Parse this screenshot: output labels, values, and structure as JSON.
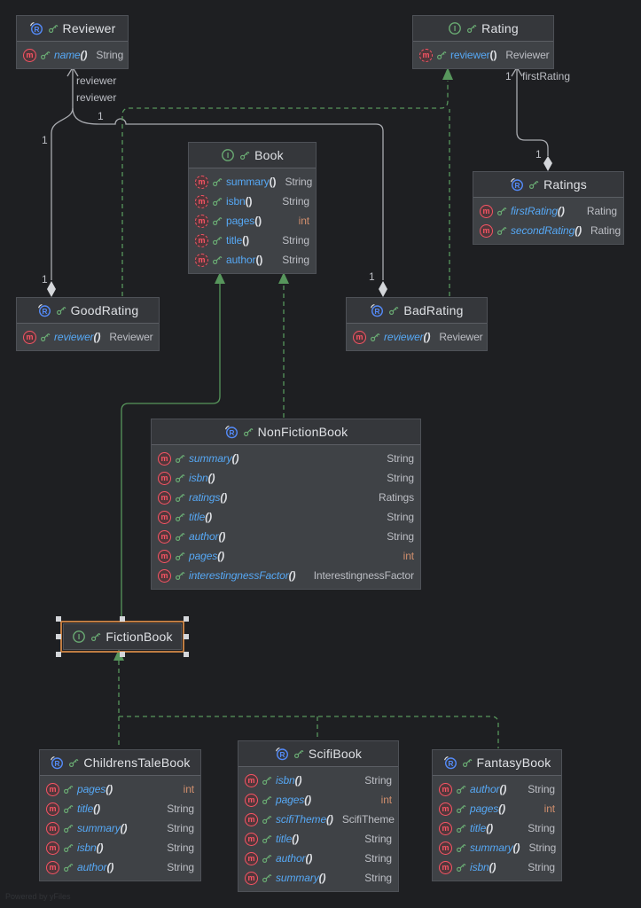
{
  "diagram": {
    "watermark": "Powered by yFiles",
    "classes": [
      {
        "id": "reviewer",
        "kind": "record",
        "name": "Reviewer",
        "methods": [
          {
            "name": "name",
            "params": "()",
            "type": "String",
            "style": "italic"
          }
        ]
      },
      {
        "id": "rating",
        "kind": "interface",
        "name": "Rating",
        "methods": [
          {
            "name": "reviewer",
            "params": "()",
            "type": "Reviewer",
            "style": "abstract"
          }
        ]
      },
      {
        "id": "book",
        "kind": "interface",
        "name": "Book",
        "methods": [
          {
            "name": "summary",
            "params": "()",
            "type": "String",
            "style": "abstract"
          },
          {
            "name": "isbn",
            "params": "()",
            "type": "String",
            "style": "abstract"
          },
          {
            "name": "pages",
            "params": "()",
            "type": "int",
            "style": "abstract"
          },
          {
            "name": "title",
            "params": "()",
            "type": "String",
            "style": "abstract"
          },
          {
            "name": "author",
            "params": "()",
            "type": "String",
            "style": "abstract"
          }
        ]
      },
      {
        "id": "ratings",
        "kind": "record",
        "name": "Ratings",
        "methods": [
          {
            "name": "firstRating",
            "params": "()",
            "type": "Rating",
            "style": "italic"
          },
          {
            "name": "secondRating",
            "params": "()",
            "type": "Rating",
            "style": "italic"
          }
        ]
      },
      {
        "id": "goodrating",
        "kind": "record",
        "name": "GoodRating",
        "methods": [
          {
            "name": "reviewer",
            "params": "()",
            "type": "Reviewer",
            "style": "italic"
          }
        ]
      },
      {
        "id": "badrating",
        "kind": "record",
        "name": "BadRating",
        "methods": [
          {
            "name": "reviewer",
            "params": "()",
            "type": "Reviewer",
            "style": "italic"
          }
        ]
      },
      {
        "id": "nonfictionbook",
        "kind": "record",
        "name": "NonFictionBook",
        "methods": [
          {
            "name": "summary",
            "params": "()",
            "type": "String",
            "style": "italic"
          },
          {
            "name": "isbn",
            "params": "()",
            "type": "String",
            "style": "italic"
          },
          {
            "name": "ratings",
            "params": "()",
            "type": "Ratings",
            "style": "italic"
          },
          {
            "name": "title",
            "params": "()",
            "type": "String",
            "style": "italic"
          },
          {
            "name": "author",
            "params": "()",
            "type": "String",
            "style": "italic"
          },
          {
            "name": "pages",
            "params": "()",
            "type": "int",
            "style": "italic"
          },
          {
            "name": "interestingnessFactor",
            "params": "()",
            "type": "InterestingnessFactor",
            "style": "italic"
          }
        ]
      },
      {
        "id": "fictionbook",
        "kind": "interface",
        "name": "FictionBook",
        "selected": true,
        "methods": []
      },
      {
        "id": "childrenstalebook",
        "kind": "record",
        "name": "ChildrensTaleBook",
        "methods": [
          {
            "name": "pages",
            "params": "()",
            "type": "int",
            "style": "italic"
          },
          {
            "name": "title",
            "params": "()",
            "type": "String",
            "style": "italic"
          },
          {
            "name": "summary",
            "params": "()",
            "type": "String",
            "style": "italic"
          },
          {
            "name": "isbn",
            "params": "()",
            "type": "String",
            "style": "italic"
          },
          {
            "name": "author",
            "params": "()",
            "type": "String",
            "style": "italic"
          }
        ]
      },
      {
        "id": "scifibook",
        "kind": "record",
        "name": "ScifiBook",
        "methods": [
          {
            "name": "isbn",
            "params": "()",
            "type": "String",
            "style": "italic"
          },
          {
            "name": "pages",
            "params": "()",
            "type": "int",
            "style": "italic"
          },
          {
            "name": "scifiTheme",
            "params": "()",
            "type": "ScifiTheme",
            "style": "italic"
          },
          {
            "name": "title",
            "params": "()",
            "type": "String",
            "style": "italic"
          },
          {
            "name": "author",
            "params": "()",
            "type": "String",
            "style": "italic"
          },
          {
            "name": "summary",
            "params": "()",
            "type": "String",
            "style": "italic"
          }
        ]
      },
      {
        "id": "fantasybook",
        "kind": "record",
        "name": "FantasyBook",
        "methods": [
          {
            "name": "author",
            "params": "()",
            "type": "String",
            "style": "italic"
          },
          {
            "name": "pages",
            "params": "()",
            "type": "int",
            "style": "italic"
          },
          {
            "name": "title",
            "params": "()",
            "type": "String",
            "style": "italic"
          },
          {
            "name": "summary",
            "params": "()",
            "type": "String",
            "style": "italic"
          },
          {
            "name": "isbn",
            "params": "()",
            "type": "String",
            "style": "italic"
          }
        ]
      }
    ],
    "edge_labels": [
      {
        "id": "reviewer-label-1",
        "text": "reviewer"
      },
      {
        "id": "reviewer-label-2",
        "text": "reviewer"
      },
      {
        "id": "mult-branch",
        "text": "1"
      },
      {
        "id": "mult-left",
        "text": "1"
      },
      {
        "id": "mult-goodrating",
        "text": "1"
      },
      {
        "id": "mult-badrating",
        "text": "1"
      },
      {
        "id": "mult-firstrating",
        "text": "1"
      },
      {
        "id": "firstrating-label",
        "text": "firstRating"
      },
      {
        "id": "mult-ratings",
        "text": "1"
      }
    ],
    "colors": {
      "background": "#1e1f22",
      "node_body": "#3f4246",
      "node_header": "#35373b",
      "association_edge": "#a9abb0",
      "inheritance_edge": "#57965c",
      "method_name": "#56a8f5",
      "type_text": "#bcbec4",
      "int_type": "#cf8e6d",
      "selection": "#bf7c42",
      "record_icon": "#548af7",
      "interface_icon": "#6aab73",
      "key_icon": "#6aab73",
      "method_icon": "#f75464"
    }
  }
}
